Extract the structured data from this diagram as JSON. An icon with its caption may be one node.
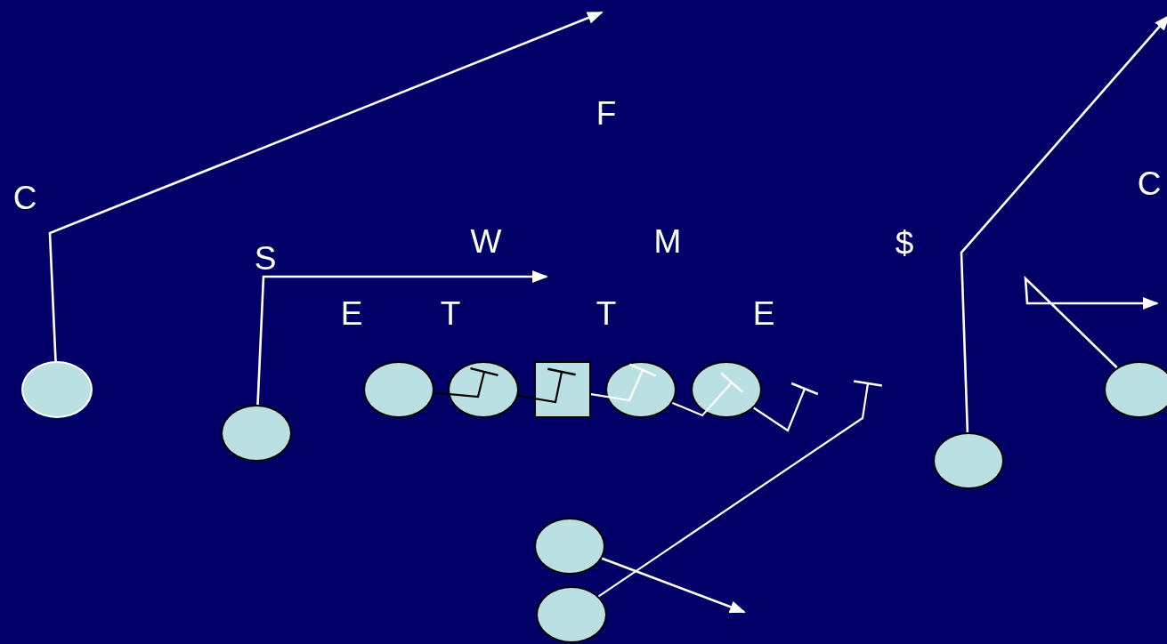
{
  "diagram": {
    "nodes": [
      {
        "text": [],
        "shape": "circle"
      },
      {
        "text": [],
        "shape": "circle"
      },
      {
        "text": [],
        "shape": "circle"
      },
      {
        "text": [],
        "shape": "circle"
      },
      {
        "text": [],
        "shape": "box"
      },
      {
        "text": [],
        "shape": "circle"
      },
      {
        "text": [],
        "shape": "circle"
      },
      {
        "text": [],
        "shape": "circle"
      },
      {
        "text": [],
        "shape": "circle"
      },
      {
        "text": [],
        "shape": "circle"
      },
      {
        "text": [],
        "shape": "circle"
      }
    ],
    "edges": [
      {
        "from": 0,
        "to": null,
        "arrow": "to"
      },
      {
        "from": 1,
        "to": null,
        "arrow": "to"
      },
      {
        "from": 2,
        "to": 3,
        "arrow": "other",
        "color": "#000000"
      },
      {
        "from": 3,
        "to": 4,
        "arrow": "other",
        "color": "#000000"
      },
      {
        "from": 4,
        "to": 5,
        "arrow": "other"
      },
      {
        "from": 5,
        "to": 6,
        "arrow": "other"
      },
      {
        "from": 6,
        "to": null,
        "arrow": "other"
      },
      {
        "from": 7,
        "to": null,
        "arrow": "to"
      },
      {
        "from": 10,
        "to": null,
        "arrow": "other"
      },
      {
        "from": 9,
        "to": null,
        "arrow": "to"
      },
      {
        "from": 8,
        "to": null,
        "arrow": "to"
      }
    ],
    "labels": [
      "F",
      "C",
      "C",
      "W",
      "M",
      "$",
      "S",
      "E",
      "T",
      "T",
      "E"
    ]
  }
}
